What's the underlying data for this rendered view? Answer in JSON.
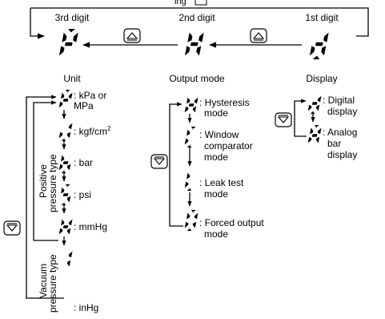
{
  "top_caption_partial": "ing",
  "digits": {
    "third": {
      "label": "3rd digit",
      "glyph": "P",
      "caption": "Unit"
    },
    "second": {
      "label": "2nd digit",
      "glyph": "H",
      "caption": "Output mode"
    },
    "first": {
      "label": "1st digit",
      "glyph": "d",
      "caption": "Display"
    }
  },
  "buttons": {
    "up": "up-triangle-button",
    "down": "down-triangle-button"
  },
  "unit_items": [
    {
      "glyph": "P",
      "text1": ": kPa or",
      "text2": "MPa"
    },
    {
      "glyph": "J",
      "text1": ": kgf/cm",
      "sup": "2"
    },
    {
      "glyph": "b",
      "text1": ": bar"
    },
    {
      "glyph": "5",
      "text1": ": psi"
    },
    {
      "glyph": "H",
      "text1": ": mmHg"
    },
    {
      "glyph": "1",
      "text1": ": inHg"
    }
  ],
  "pressure_types": {
    "positive_1": "Positive",
    "positive_2": "pressure type",
    "vacuum_1": "Vacuum",
    "vacuum_2": "pressure type"
  },
  "output_items": [
    {
      "glyph": "H",
      "text1": ": Hysteresis",
      "text2": "mode"
    },
    {
      "glyph": "C",
      "text1": ": Window",
      "text2": "comparator",
      "text3": "mode"
    },
    {
      "glyph": "L",
      "text1": ": Leak test",
      "text2": "mode"
    },
    {
      "glyph": "0",
      "text1": ": Forced output",
      "text2": "mode"
    }
  ],
  "display_items": [
    {
      "glyph": "d",
      "text1": ": Digital",
      "text2": "display"
    },
    {
      "glyph": "A",
      "text1": ": Analog",
      "text2": "bar",
      "text3": "display"
    }
  ]
}
